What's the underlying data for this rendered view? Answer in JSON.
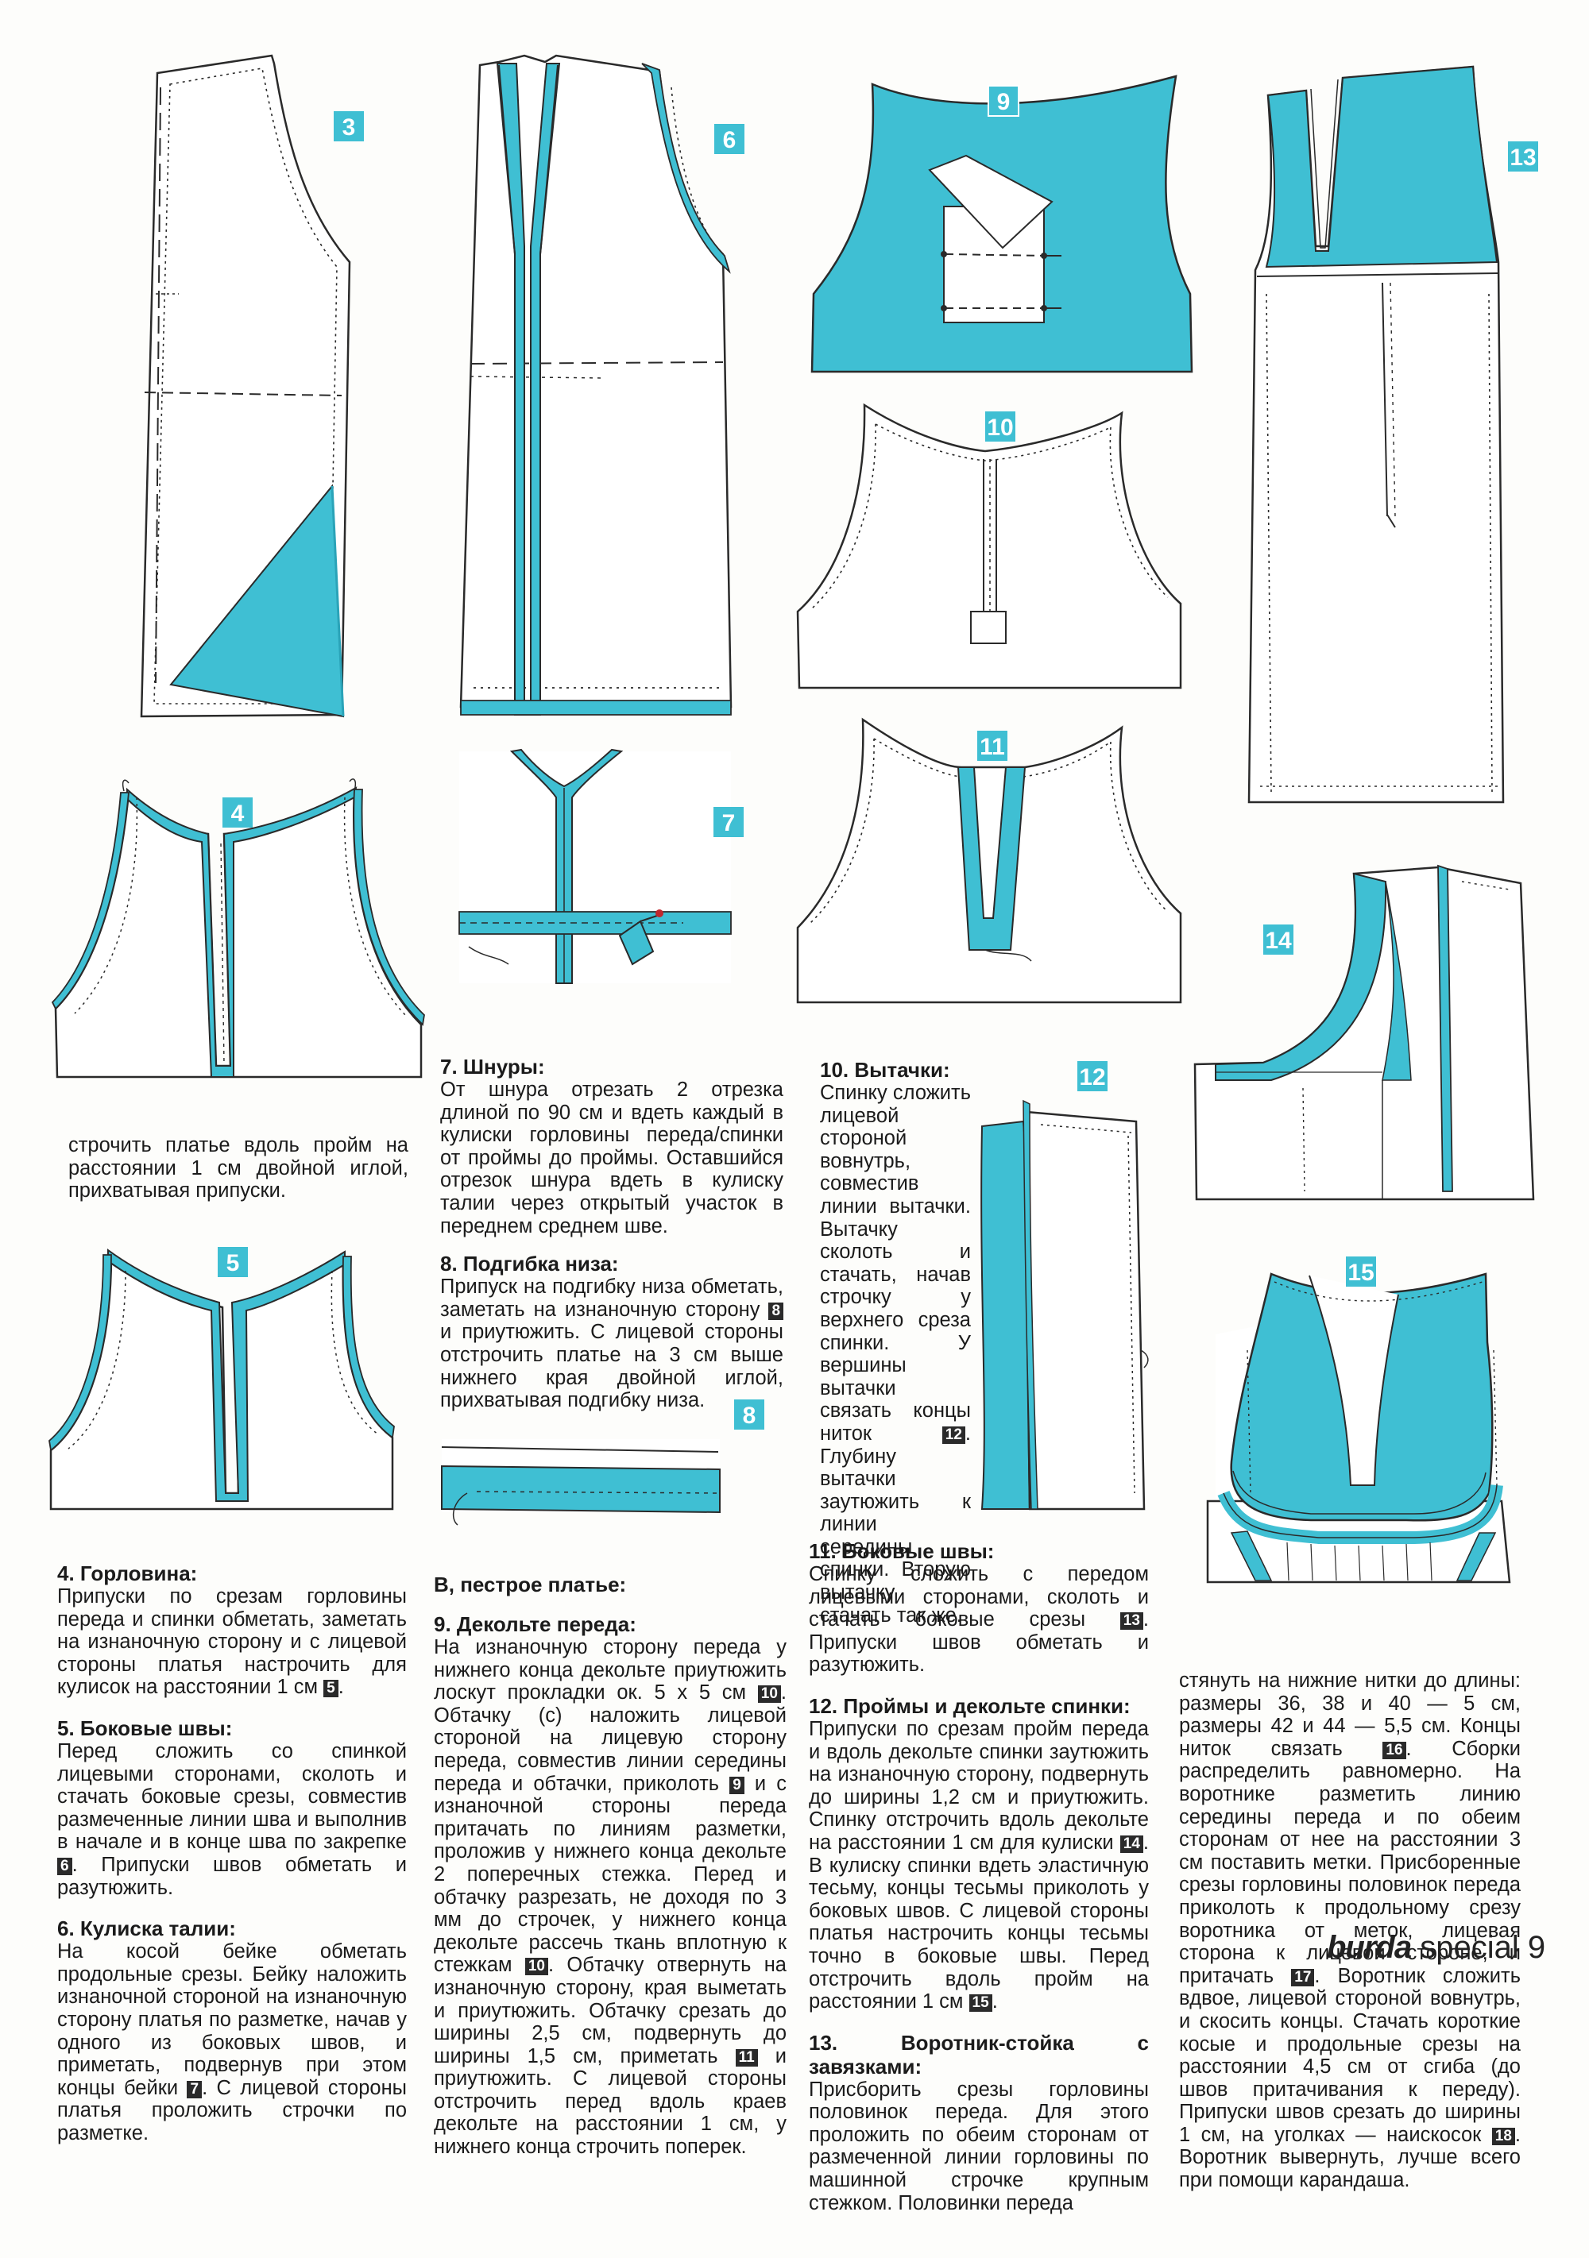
{
  "figures": [
    "3",
    "4",
    "5",
    "6",
    "7",
    "8",
    "9",
    "10",
    "11",
    "12",
    "13",
    "14",
    "15"
  ],
  "text": {
    "cont_lead": "строчить платье вдоль пройм на расстоянии 1 см двойной иглой, прихватывая припуски.",
    "s4_title": "4. Горловина:",
    "s4_body": "Припуски по срезам горловины переда и спинки обметать, заметать на изнаночную сторону и с лицевой стороны платья настрочить для кулисок на расстоянии 1 см",
    "s4_ref": "5",
    "s5_title": "5. Боковые швы:",
    "s5_body": "Перед сложить со спинкой лицевыми сторонами, сколоть и стачать боковые срезы, совместив размеченные линии шва и выполнив в начале и в конце шва по закрепке",
    "s5_ref": "6",
    "s5_tail": ". Припуски швов обметать и разутюжить.",
    "s6_title": "6. Кулиска талии:",
    "s6_body": "На косой бейке обметать продольные срезы. Бейку наложить изнаночной стороной на изнаночную сторону платья по разметке, начав у одного из боковых швов, и приметать, подвернув при этом концы бейки",
    "s6_ref": "7",
    "s6_tail": ". С лицевой стороны платья проложить строчки по разметке.",
    "s7_title": "7. Шнуры:",
    "s7_body": "От шнура отрезать 2 отрезка длиной по 90 см и вдеть каждый в кулиски горловины переда/спинки от проймы до проймы. Оставшийся отрезок шнура вдеть в кулиску талии через открытый участок в переднем среднем шве.",
    "s8_title": "8. Подгибка низа:",
    "s8_body_a": "Припуск на подгибку низа обметать, заметать на изнаночную сторону",
    "s8_ref": "8",
    "s8_body_b": "и приутюжить. С лицевой стороны отстрочить платье на 3 см выше нижнего края двойной иглой, прихватывая подгибку низа.",
    "s_b_title": "B, пестрое платье:",
    "s9_title": "9. Декольте переда:",
    "s9_p1": "На изнаночную сторону переда у нижнего конца декольте приутюжить лоскут прокладки ок. 5 х 5 см",
    "s9_r1": "10",
    "s9_p2": ". Обтачку (с) наложить лицевой стороной на лицевую сторону переда, совместив линии середины переда и обтачки, приколоть",
    "s9_r2": "9",
    "s9_p3": "и с изнаночной стороны переда притачать по линиям разметки, проложив у нижнего конца декольте 2 поперечных стежка. Перед и обтачку разрезать, не доходя по 3 мм до строчек, у нижнего конца декольте рассечь ткань вплотную к стежкам",
    "s9_r3": "10",
    "s9_p4": ". Обтачку отвернуть на изнаночную сторону, края выметать и приутюжить. Обтачку срезать до ширины 2,5 см, подвернуть до ширины 1,5 см, приметать",
    "s9_r4": "11",
    "s9_p5": "и приутюжить. С лицевой стороны отстрочить перед вдоль краев декольте на расстоянии 1 см, у нижнего конца строчить поперек.",
    "s10_title": "10. Вытачки:",
    "s10_body": "Спинку сложить лицевой стороной вовнутрь, совместив линии вытачки. Вытачку сколоть и стачать, начав строчку у верхнего среза спинки. У вершины вытачки связать концы ниток",
    "s10_ref": "12",
    "s10_tail": ". Глубину вытачки заутюжить к линии середины спинки. Вторую вытачку стачать так же.",
    "s11_title": "11. Боковые швы:",
    "s11_body": "Спинку сложить с передом лицевыми сторонами, сколоть и стачать боковые срезы",
    "s11_ref": "13",
    "s11_tail": ". Припуски швов обметать и разутюжить.",
    "s12_title": "12. Проймы и декольте спинки:",
    "s12_body": "Припуски по срезам пройм переда и вдоль декольте спинки заутюжить на изнаночную сторону, подвернуть до ширины 1,2 см и приутюжить. Спинку отстрочить вдоль декольте на расстоянии 1 см для кулиски",
    "s12_ref1": "14",
    "s12_mid": ". В кулиску спинки вдеть эластичную тесьму, концы тесьмы приколоть у боковых швов. С лицевой стороны платья настрочить концы тесьмы точно в боковые швы. Перед отстрочить вдоль пройм на расстоянии 1 см",
    "s12_ref2": "15",
    "s12_end": ".",
    "s13_title": "13. Воротник-стойка с завязками:",
    "s13_body": "Присборить срезы горловины половинок переда. Для этого проложить по обеим сторонам от размеченной линии горловины по машинной строчке крупным стежком. Половинки переда",
    "col4_a": "стянуть на нижние нитки до длины: размеры 36, 38 и 40 — 5 см, размеры 42 и 44 — 5,5 см. Концы ниток связать",
    "col4_r1": "16",
    "col4_b": ". Сборки распределить равномерно. На воротнике разметить линию середины переда и по обеим сторонам от нее на расстоянии 3 см поставить метки. Присборенные срезы горловины половинок переда приколоть к продольному срезу воротника от меток, лицевая сторона к лицевой стороне, и притачать",
    "col4_r2": "17",
    "col4_c": ". Воротник сложить вдвое, лицевой стороной вовнутрь, и скосить концы. Стачать короткие косые и продольные срезы на расстоянии 4,5 см от сгиба (до швов притачивания к переду). Припуски швов срезать до ширины 1 см, на уголках — наискосок",
    "col4_r3": "18",
    "col4_d": ". Воротник вывернуть, лучше всего при помощи карандаша."
  },
  "footer": {
    "brand": "burda",
    "special": "special",
    "page": "9"
  },
  "colors": {
    "fabric": "#3fbfd3",
    "fabric_dark": "#2aa3b8",
    "paper": "#ffffff",
    "line": "#2a2a2a",
    "badge": "#3fbfd3"
  }
}
